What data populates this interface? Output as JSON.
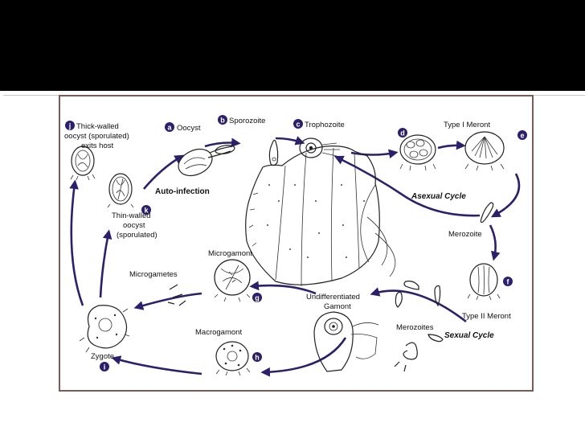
{
  "colors": {
    "header": "#000000",
    "frame_border": "#7c5a56",
    "badge": "#2e1f6b",
    "arrow": "#2e1f6b"
  },
  "diagram": {
    "stages": {
      "a": {
        "letter": "a",
        "label": "Oocyst"
      },
      "b": {
        "letter": "b",
        "label": "Sporozoite"
      },
      "c": {
        "letter": "c",
        "label": "Trophozoite"
      },
      "d": {
        "letter": "d",
        "label": "Type I Meront"
      },
      "e": {
        "letter": "e"
      },
      "f": {
        "letter": "f",
        "label": "Type II Meront"
      },
      "g": {
        "letter": "g",
        "label": "Microgamont"
      },
      "h": {
        "letter": "h",
        "label": "Macrogamont"
      },
      "i": {
        "letter": "i",
        "label": "Zygote"
      },
      "j": {
        "letter": "j",
        "label_lines": [
          "Thick-walled",
          "oocyst (sporulated)",
          "exits host"
        ]
      },
      "k": {
        "letter": "k",
        "label_lines": [
          "Thin-walled",
          "oocyst",
          "(sporulated)"
        ]
      }
    },
    "labels": {
      "auto_infection": "Auto-infection",
      "asexual_cycle": "Asexual Cycle",
      "sexual_cycle": "Sexual Cycle",
      "merozoite": "Merozoite",
      "merozoites": "Merozoites",
      "microgametes": "Microgametes",
      "undiff_line1": "Undifferentiated",
      "undiff_line2": "Gamont"
    }
  }
}
